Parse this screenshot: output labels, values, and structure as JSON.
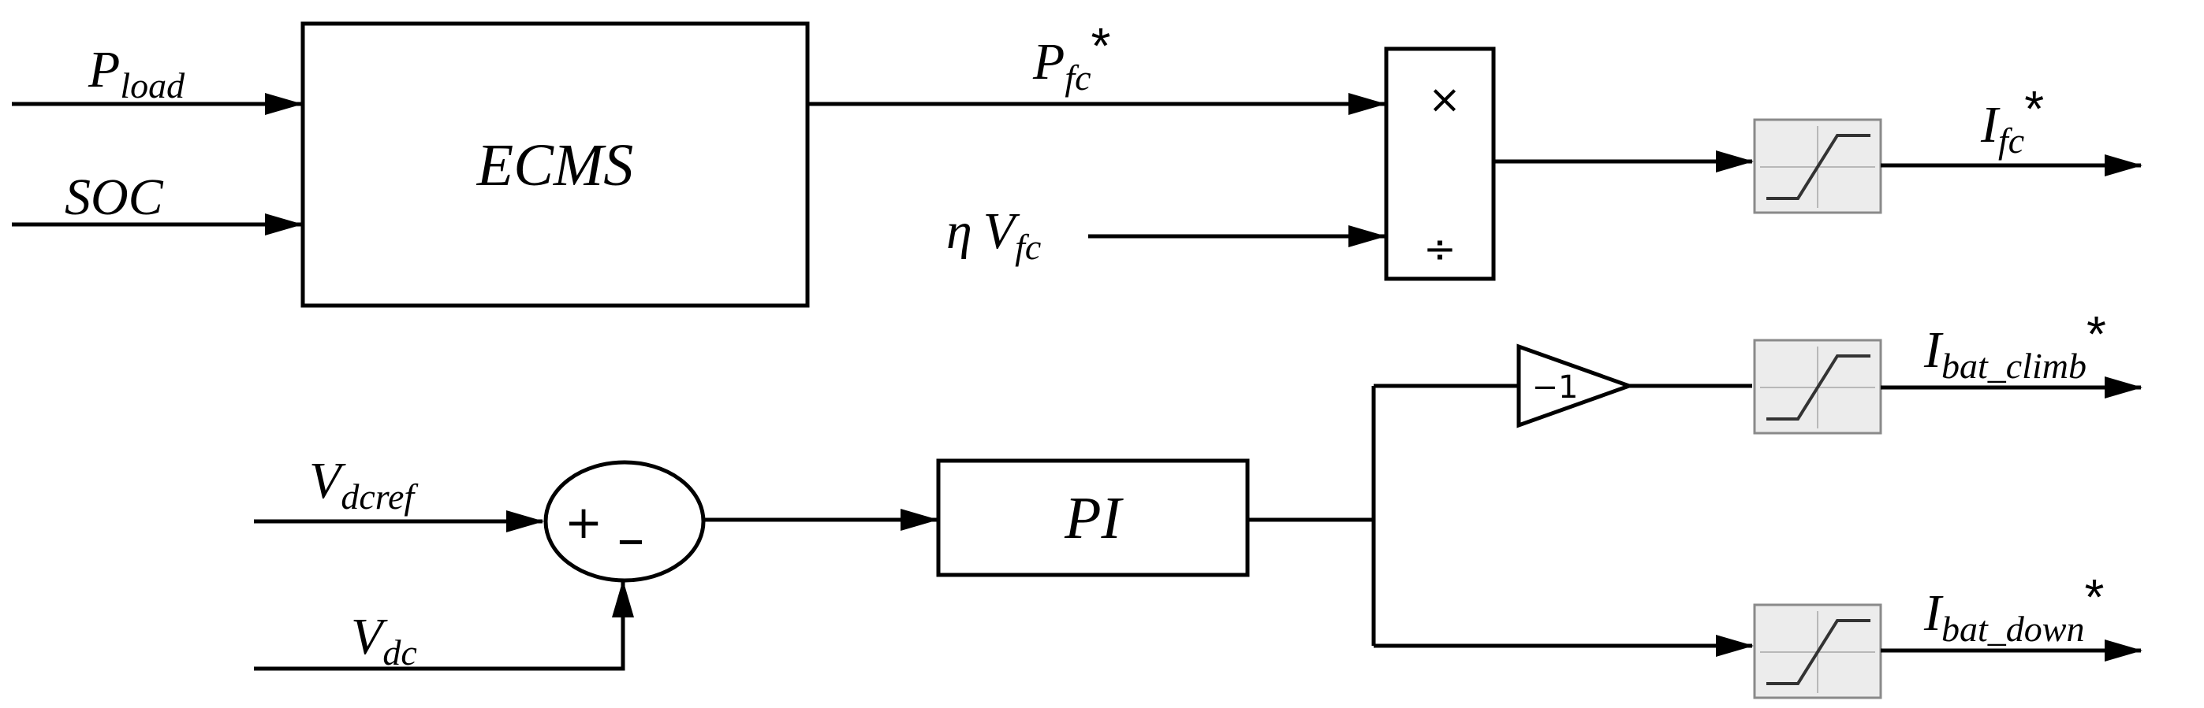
{
  "blocks": {
    "ecms": "ECMS",
    "pi": "PI",
    "gain": "−1",
    "multiply": "×",
    "divide": "÷",
    "sum_plus": "+",
    "sum_minus": "–"
  },
  "signals": {
    "p_load": {
      "base": "P",
      "sub": "load",
      "star": ""
    },
    "soc": {
      "base": "SOC",
      "sub": "",
      "star": ""
    },
    "p_fc": {
      "base": "P",
      "sub": "fc",
      "star": "*"
    },
    "eta_v_fc": {
      "prefix": "η",
      "base": "V",
      "sub": "fc",
      "star": ""
    },
    "i_fc": {
      "base": "I",
      "sub": "fc",
      "star": "*"
    },
    "v_dcref": {
      "base": "V",
      "sub": "dcref",
      "star": ""
    },
    "v_dc": {
      "base": "V",
      "sub": "dc",
      "star": ""
    },
    "i_bat_climb": {
      "base": "I",
      "sub": "bat_climb",
      "star": "*"
    },
    "i_bat_down": {
      "base": "I",
      "sub": "bat_down",
      "star": "*"
    }
  }
}
